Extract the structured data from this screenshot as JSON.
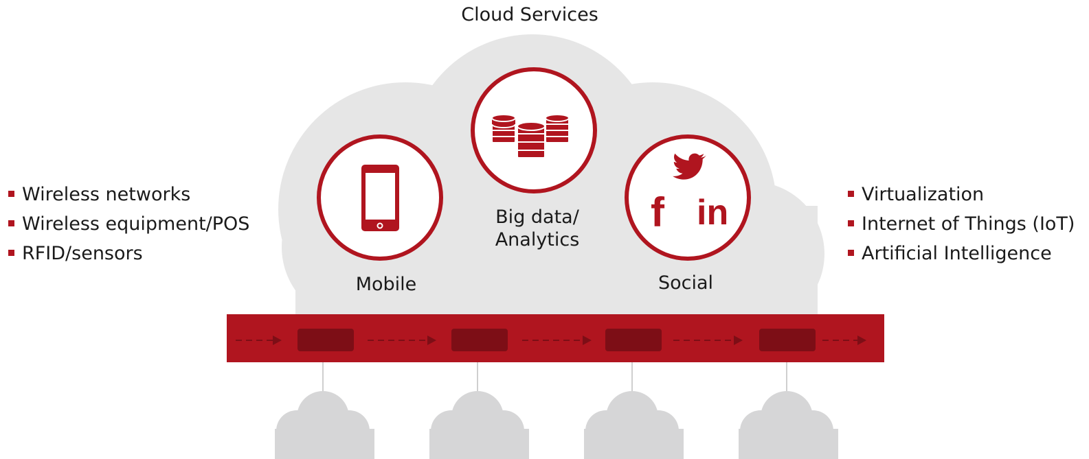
{
  "title": "Cloud Services",
  "hubs": [
    {
      "label": "Mobile",
      "icon": "smartphone-icon"
    },
    {
      "label": "Big data/\nAnalytics",
      "icon": "database-icon"
    },
    {
      "label": "Social",
      "icon": "social-media-icon"
    }
  ],
  "social_icons": {
    "facebook": "f",
    "linkedin": "in"
  },
  "left_list": [
    "Wireless networks",
    "Wireless equipment/POS",
    "RFID/sensors"
  ],
  "right_list": [
    "Virtualization",
    "Internet of Things (IoT)",
    "Artificial Intelligence"
  ],
  "colors": {
    "brand_red": "#b0151f",
    "dark_red": "#7d0e16",
    "cloud_grey": "#e6e6e6",
    "small_cloud_grey": "#d6d6d7"
  }
}
